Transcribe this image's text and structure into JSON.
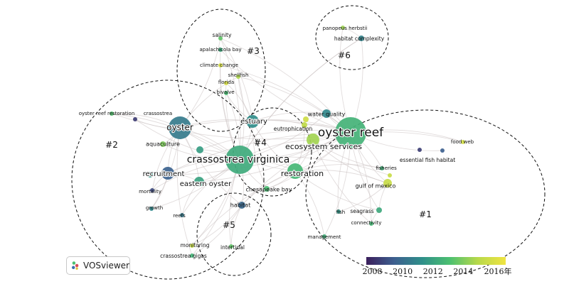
{
  "brand": {
    "name": "VOSviewer"
  },
  "colors": {
    "edge": "#c9bfbf",
    "scale": [
      "#3b1f5c",
      "#3d5f8f",
      "#2f8f8a",
      "#4cc070",
      "#b8d94a",
      "#f0e442"
    ]
  },
  "chart_data": {
    "type": "network",
    "nodes": [
      {
        "label": "oyster reef",
        "weight": 22,
        "year": 2012.6
      },
      {
        "label": "crassostrea virginica",
        "weight": 20,
        "year": 2012.3
      },
      {
        "label": "oyster",
        "weight": 16,
        "year": 2010.5
      },
      {
        "label": "restoration",
        "weight": 11,
        "year": 2012.8
      },
      {
        "label": "estuary",
        "weight": 9,
        "year": 2011.2
      },
      {
        "label": "ecosystem services",
        "weight": 9,
        "year": 2014.6
      },
      {
        "label": "recruitment",
        "weight": 9,
        "year": 2009.6
      },
      {
        "label": "eastern oyster",
        "weight": 7,
        "year": 2012.0
      },
      {
        "label": "gulf of mexico",
        "weight": 6,
        "year": 2015.5
      },
      {
        "label": "water quality",
        "weight": 6,
        "year": 2011.0
      },
      {
        "label": "habitat",
        "weight": 5,
        "year": 2009.8
      },
      {
        "label": "chesapeake bay",
        "weight": 4,
        "year": 2013.0
      },
      {
        "label": "eutrophication",
        "weight": 4,
        "year": 2015.2
      },
      {
        "label": "aquaculture",
        "weight": 4,
        "year": 2014.0
      },
      {
        "label": "fisheries",
        "weight": 3,
        "year": 2012.5
      },
      {
        "label": "seagrass",
        "weight": 4,
        "year": 2012.2
      },
      {
        "label": "food web",
        "weight": 3,
        "year": 2015.8
      },
      {
        "label": "essential fish habitat",
        "weight": 3,
        "year": 2009.5
      },
      {
        "label": "connectivity",
        "weight": 3,
        "year": 2012.8
      },
      {
        "label": "fish",
        "weight": 3,
        "year": 2011.5
      },
      {
        "label": "management",
        "weight": 3,
        "year": 2012.5
      },
      {
        "label": "salinity",
        "weight": 3,
        "year": 2013.5
      },
      {
        "label": "apalachicola bay",
        "weight": 3,
        "year": 2012.2
      },
      {
        "label": "climate change",
        "weight": 3,
        "year": 2016.0
      },
      {
        "label": "shellfish",
        "weight": 3,
        "year": 2014.8
      },
      {
        "label": "florida",
        "weight": 3,
        "year": 2016.0
      },
      {
        "label": "bivalve",
        "weight": 3,
        "year": 2013.0
      },
      {
        "label": "panopeus herbstii",
        "weight": 3,
        "year": 2014.5
      },
      {
        "label": "habitat complexity",
        "weight": 4,
        "year": 2010.8
      },
      {
        "label": "oyster reef restoration",
        "weight": 3,
        "year": 2013.2
      },
      {
        "label": "crassostrea",
        "weight": 3,
        "year": 2008.4
      },
      {
        "label": "mortality",
        "weight": 3,
        "year": 2008.8
      },
      {
        "label": "growth",
        "weight": 3,
        "year": 2011.0
      },
      {
        "label": "reefs",
        "weight": 3,
        "year": 2010.5
      },
      {
        "label": "monitoring",
        "weight": 3,
        "year": 2015.5
      },
      {
        "label": "intertidal",
        "weight": 3,
        "year": 2013.5
      },
      {
        "label": "crassostrea gigas",
        "weight": 3,
        "year": 2012.6
      },
      {
        "label": "",
        "weight": 5,
        "year": 2011.8
      },
      {
        "label": "",
        "weight": 4,
        "year": 2015.7
      },
      {
        "label": "",
        "weight": 4,
        "year": 2011.5
      },
      {
        "label": "",
        "weight": 3,
        "year": 2015.5
      },
      {
        "label": "",
        "weight": 3,
        "year": 2008.5
      }
    ],
    "edges": [
      [
        0,
        1
      ],
      [
        0,
        2
      ],
      [
        0,
        3
      ],
      [
        0,
        4
      ],
      [
        0,
        5
      ],
      [
        0,
        6
      ],
      [
        0,
        7
      ],
      [
        0,
        8
      ],
      [
        0,
        9
      ],
      [
        0,
        10
      ],
      [
        0,
        11
      ],
      [
        0,
        12
      ],
      [
        0,
        14
      ],
      [
        0,
        15
      ],
      [
        0,
        16
      ],
      [
        0,
        17
      ],
      [
        0,
        18
      ],
      [
        0,
        19
      ],
      [
        0,
        20
      ],
      [
        0,
        21
      ],
      [
        0,
        22
      ],
      [
        0,
        24
      ],
      [
        0,
        27
      ],
      [
        0,
        28
      ],
      [
        0,
        29
      ],
      [
        0,
        37
      ],
      [
        0,
        39
      ],
      [
        1,
        2
      ],
      [
        1,
        3
      ],
      [
        1,
        4
      ],
      [
        1,
        5
      ],
      [
        1,
        6
      ],
      [
        1,
        7
      ],
      [
        1,
        9
      ],
      [
        1,
        10
      ],
      [
        1,
        11
      ],
      [
        1,
        13
      ],
      [
        1,
        21
      ],
      [
        1,
        22
      ],
      [
        1,
        24
      ],
      [
        1,
        25
      ],
      [
        1,
        26
      ],
      [
        1,
        28
      ],
      [
        1,
        29
      ],
      [
        1,
        30
      ],
      [
        1,
        31
      ],
      [
        1,
        32
      ],
      [
        1,
        33
      ],
      [
        1,
        34
      ],
      [
        1,
        35
      ],
      [
        1,
        36
      ],
      [
        1,
        37
      ],
      [
        1,
        40
      ],
      [
        2,
        3
      ],
      [
        2,
        4
      ],
      [
        2,
        6
      ],
      [
        2,
        7
      ],
      [
        2,
        10
      ],
      [
        2,
        13
      ],
      [
        2,
        21
      ],
      [
        2,
        24
      ],
      [
        2,
        29
      ],
      [
        2,
        30
      ],
      [
        2,
        31
      ],
      [
        2,
        32
      ],
      [
        2,
        36
      ],
      [
        3,
        4
      ],
      [
        3,
        5
      ],
      [
        3,
        8
      ],
      [
        3,
        10
      ],
      [
        3,
        11
      ],
      [
        3,
        12
      ],
      [
        3,
        14
      ],
      [
        3,
        15
      ],
      [
        3,
        20
      ],
      [
        3,
        34
      ],
      [
        4,
        9
      ],
      [
        4,
        11
      ],
      [
        4,
        12
      ],
      [
        4,
        21
      ],
      [
        4,
        24
      ],
      [
        4,
        25
      ],
      [
        4,
        26
      ],
      [
        5,
        8
      ],
      [
        5,
        12
      ],
      [
        5,
        14
      ],
      [
        5,
        16
      ],
      [
        5,
        18
      ],
      [
        6,
        7
      ],
      [
        6,
        31
      ],
      [
        6,
        32
      ],
      [
        7,
        33
      ],
      [
        10,
        34
      ],
      [
        10,
        35
      ],
      [
        10,
        36
      ],
      [
        8,
        15
      ],
      [
        8,
        19
      ],
      [
        15,
        18
      ],
      [
        23,
        0
      ],
      [
        23,
        1
      ],
      [
        27,
        28
      ],
      [
        28,
        1
      ]
    ],
    "clusters": [
      {
        "label": "#1"
      },
      {
        "label": "#2"
      },
      {
        "label": "#3"
      },
      {
        "label": "#4"
      },
      {
        "label": "#5"
      },
      {
        "label": "#6"
      }
    ],
    "color_scale": {
      "ticks": [
        "2008",
        "2010",
        "2012",
        "2014",
        "2016年"
      ],
      "min": 2007.6,
      "max": 2016.8
    }
  }
}
